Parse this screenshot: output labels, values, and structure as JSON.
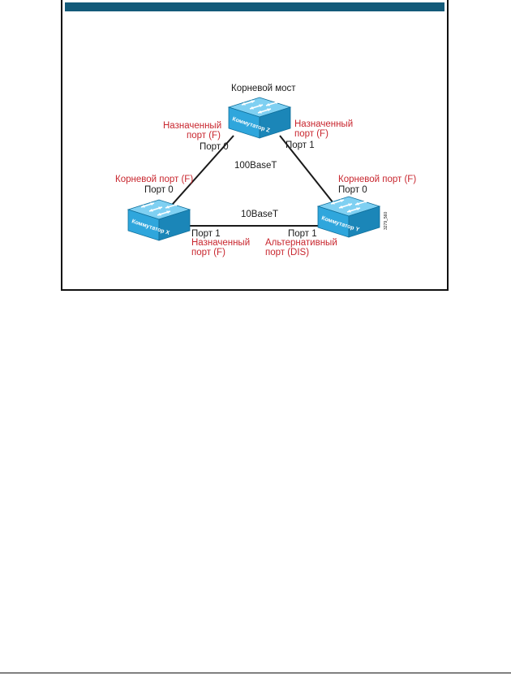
{
  "diagram": {
    "root_bridge_label": "Корневой мост",
    "link_zx_label": "100BaseT",
    "link_xy_label": "10BaseT",
    "figure_id": "3279_560",
    "switch_z": {
      "name": "Коммутатор Z",
      "port0_number": "Порт 0",
      "port0_role_line1": "Назначенный",
      "port0_role_line2": "порт (F)",
      "port1_number": "Порт 1",
      "port1_role_line1": "Назначенный",
      "port1_role_line2": "порт (F)"
    },
    "switch_x": {
      "name": "Коммутатор X",
      "port0_role": "Корневой порт (F)",
      "port0_number": "Порт 0",
      "port1_number": "Порт 1",
      "port1_role_line1": "Назначенный",
      "port1_role_line2": "порт (F)"
    },
    "switch_y": {
      "name": "Коммутатор Y",
      "port0_role": "Корневой порт (F)",
      "port0_number": "Порт 0",
      "port1_number": "Порт 1",
      "port1_role_line1": "Альтернативный",
      "port1_role_line2": "порт (DIS)"
    },
    "colors": {
      "header_bar": "#135a79",
      "switch_body": "#2fa6dc",
      "role_text": "#c8262e",
      "link": "#1a1a1a"
    }
  }
}
